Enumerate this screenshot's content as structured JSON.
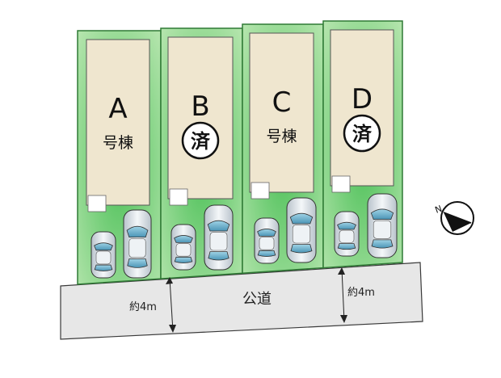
{
  "colors": {
    "lot_green_edge": "#b8e6b0",
    "lot_green_center": "#4fc15a",
    "lot_outline": "#2f7a35",
    "house_fill": "#efe6cf",
    "road_fill": "#e7e7e7",
    "car_body": "#dde3e8",
    "car_glass": "#6fb3cf"
  },
  "lots": [
    {
      "letter": "A",
      "label": "号棟",
      "sold": false
    },
    {
      "letter": "B",
      "label": "",
      "sold": true
    },
    {
      "letter": "C",
      "label": "号棟",
      "sold": false
    },
    {
      "letter": "D",
      "label": "",
      "sold": true
    }
  ],
  "sold_mark": "済",
  "road": {
    "name": "公道",
    "width_left": "約4m",
    "width_right": "約4m"
  },
  "compass": {
    "icon": "north-arrow-icon",
    "letter": "N"
  }
}
